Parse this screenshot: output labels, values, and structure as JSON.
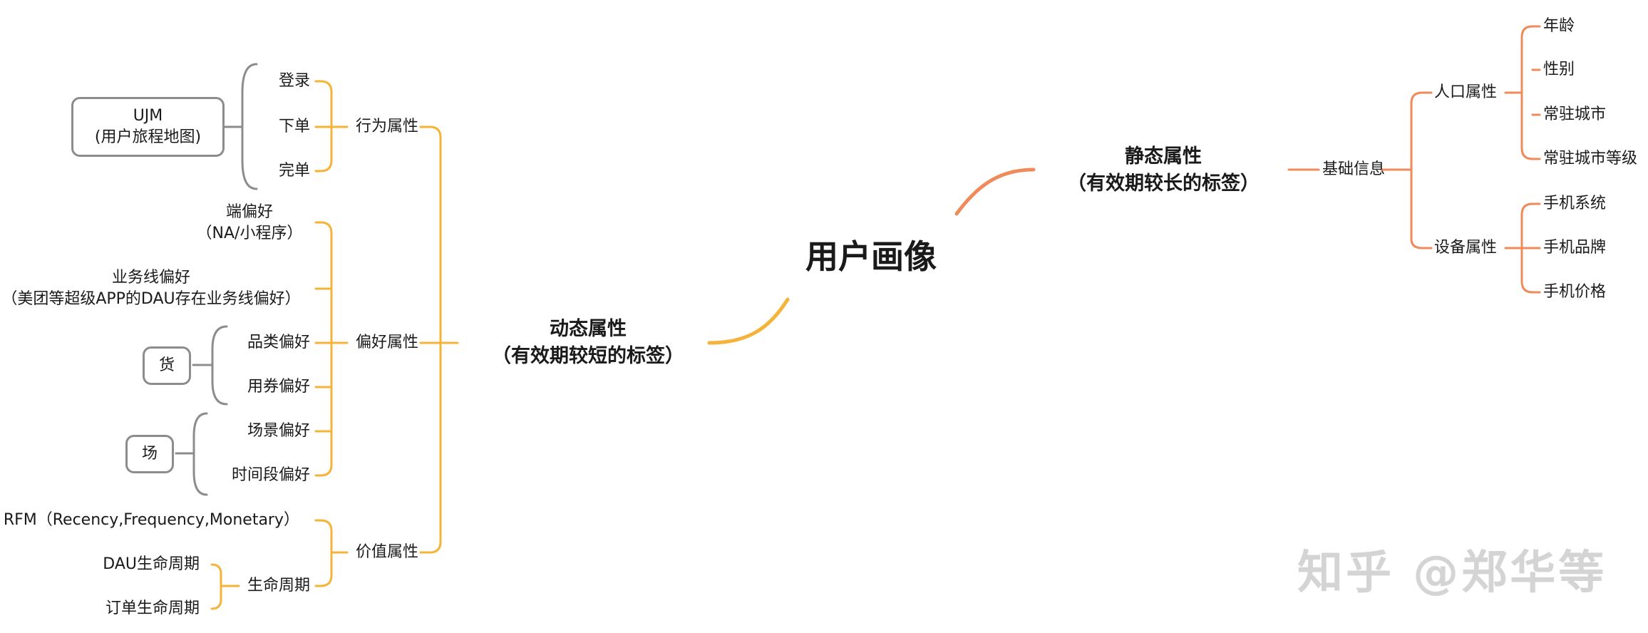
{
  "center": "用户画像",
  "static_title": "静态属性",
  "static_sub": "（有效期较长的标签）",
  "dynamic_title": "动态属性",
  "dynamic_sub": "（有效期较短的标签）",
  "basic": "基础信息",
  "population": "人口属性",
  "age": "年龄",
  "gender": "性别",
  "city": "常驻城市",
  "city_level": "常驻城市等级",
  "device": "设备属性",
  "phone_os": "手机系统",
  "phone_brand": "手机品牌",
  "phone_price": "手机价格",
  "behavior": "行为属性",
  "login": "登录",
  "order": "下单",
  "complete": "完单",
  "ujm_title": "UJM",
  "ujm_sub": "(用户旅程地图)",
  "preference": "偏好属性",
  "end_pref": "端偏好",
  "end_pref_sub": "（NA/小程序）",
  "biz_pref": "业务线偏好",
  "biz_pref_sub": "（美团等超级APP的DAU存在业务线偏好）",
  "category_pref": "品类偏好",
  "coupon_pref": "用券偏好",
  "goods": "货",
  "scene_pref": "场景偏好",
  "time_pref": "时间段偏好",
  "place": "场",
  "value": "价值属性",
  "rfm": "RFM（Recency,Frequency,Monetary）",
  "lifecycle": "生命周期",
  "dau_lifecycle": "DAU生命周期",
  "order_lifecycle": "订单生命周期",
  "watermark": "知乎 @郑华等",
  "colors": {
    "orange": "#F5B33A",
    "salmon": "#EF8A5A",
    "gray": "#8c8c8c"
  }
}
